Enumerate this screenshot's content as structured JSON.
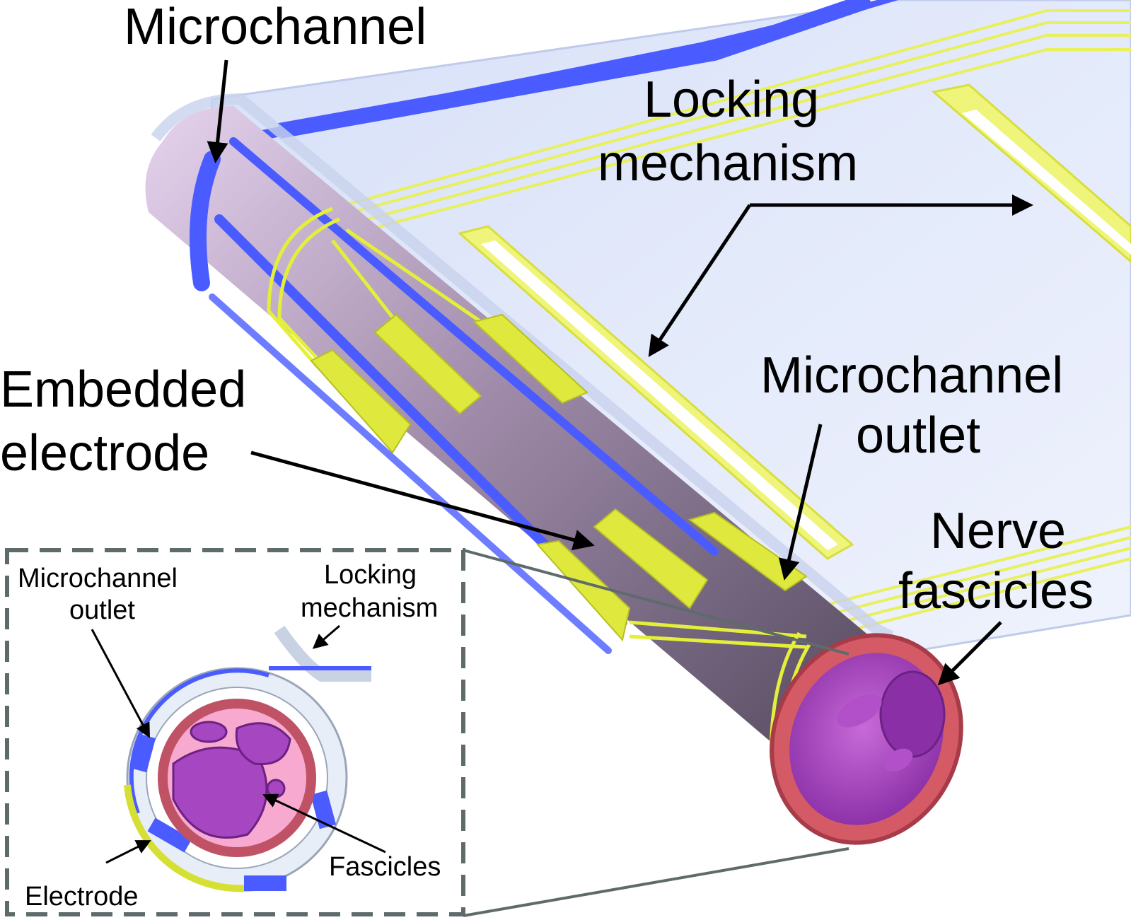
{
  "labels": {
    "microchannel": "Microchannel",
    "locking_line1": "Locking",
    "locking_line2": "mechanism",
    "embedded_line1": "Embedded",
    "embedded_line2": "electrode",
    "outlet_line1": "Microchannel",
    "outlet_line2": "outlet",
    "nerve_line1": "Nerve",
    "nerve_line2": "fascicles"
  },
  "inset": {
    "outlet_line1": "Microchannel",
    "outlet_line2": "outlet",
    "locking_line1": "Locking",
    "locking_line2": "mechanism",
    "electrode": "Electrode",
    "fascicles": "Fascicles"
  },
  "colors": {
    "channel_blue": "#4a5cff",
    "electrode_yellow": "#e4ef3a",
    "trace_yellow": "#f1f78a",
    "sheet_blue": "#dde6fb",
    "tube_purple": "#8f7c9e",
    "rim_red": "#c8505a",
    "fascicle_purple": "#a646c0",
    "nerve_pink": "#f7a9cf",
    "inset_border": "#5f6b6b"
  }
}
